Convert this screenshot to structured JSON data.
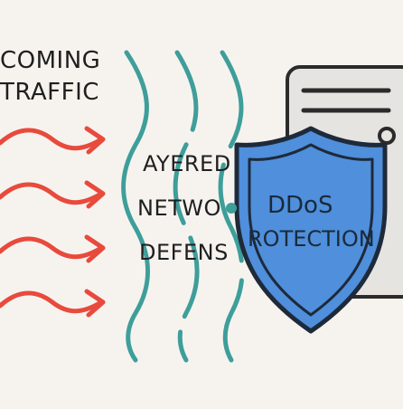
{
  "labels": {
    "incoming_line1": "COMING",
    "incoming_line2": "TRAFFIC",
    "defense_line1": "AYERED",
    "defense_line2": "NETWO",
    "defense_line3": "DEFENS",
    "shield_line1": "DDoS",
    "shield_line2": "ROTECTION"
  },
  "colors": {
    "background": "#f6f3ef",
    "arrow": "#e84a3c",
    "wave": "#3e9e9a",
    "shield_fill": "#4f8fdc",
    "shield_stroke": "#1e2a3a",
    "server_fill": "#e6e4e1",
    "server_stroke": "#2b2b2b"
  },
  "icons": [
    "traffic-arrow-icon",
    "defense-wave-icon",
    "server-icon",
    "shield-icon"
  ]
}
